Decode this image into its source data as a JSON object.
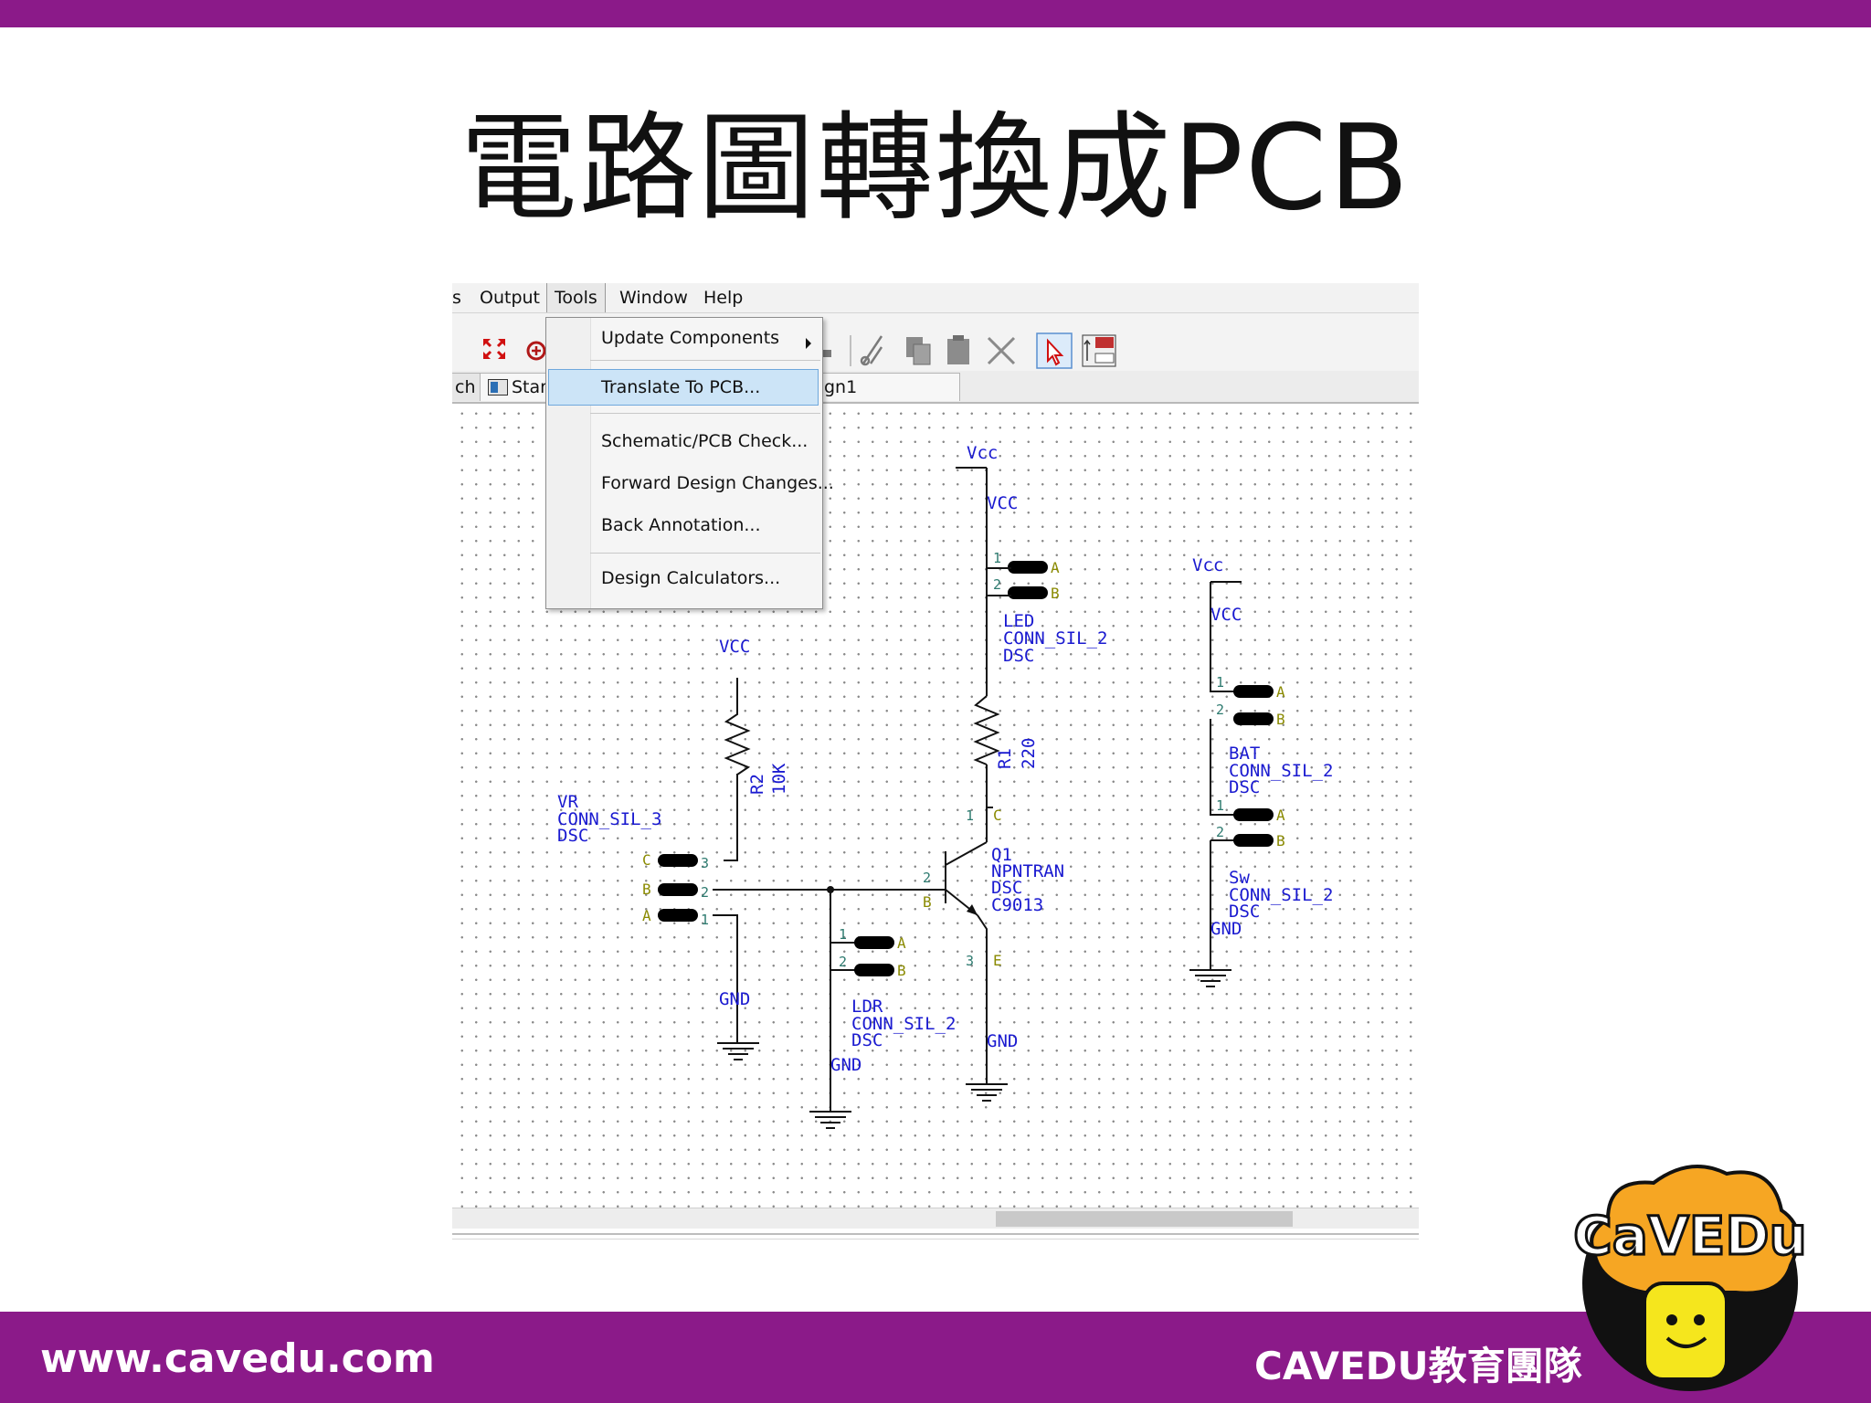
{
  "slide": {
    "title": "電路圖轉換成PCB",
    "website": "www.cavedu.com",
    "team": "CAVEDU教育團隊",
    "logo_text": "CaVEDu",
    "colors": {
      "brand": "#8b1a89",
      "logo_orange": "#f6a623",
      "logo_yellow": "#f5e61d"
    }
  },
  "app": {
    "menubar": {
      "cut_left": "s",
      "output": "Output",
      "tools": "Tools",
      "window": "Window",
      "help": "Help"
    },
    "tabs": {
      "sch": "ch",
      "start": "Star",
      "design": "gn1"
    },
    "toolbar_icons": [
      "zoom-fit-icon",
      "add-icon",
      "arrow-icon",
      "scissors-icon",
      "copy-icon",
      "paste-icon",
      "delete-icon",
      "select-pointer-icon",
      "properties-icon"
    ],
    "tools_menu": {
      "items": [
        {
          "label": "Update Components",
          "has_submenu": true
        },
        {
          "label": "Translate To PCB...",
          "highlighted": true
        },
        {
          "label": "Schematic/PCB Check..."
        },
        {
          "label": "Forward Design Changes..."
        },
        {
          "label": "Back Annotation..."
        },
        {
          "label": "Design Calculators..."
        }
      ]
    },
    "schematic": {
      "vcc_power": "Vcc",
      "vcc_net": "VCC",
      "gnd_net": "GND",
      "pin_a": "A",
      "pin_b": "B",
      "pin_c": "C",
      "pin_e": "E",
      "n1": "1",
      "n2": "2",
      "n3": "3",
      "led": {
        "ref": "LED",
        "type": "CONN_SIL_2",
        "lib": "DSC"
      },
      "bat": {
        "ref": "BAT",
        "type": "CONN_SIL_2",
        "lib": "DSC"
      },
      "sw": {
        "ref": "Sw",
        "type": "CONN_SIL_2",
        "lib": "DSC"
      },
      "ldr": {
        "ref": "LDR",
        "type": "CONN_SIL_2",
        "lib": "DSC"
      },
      "vr": {
        "ref": "VR",
        "type": "CONN_SIL_3",
        "lib": "DSC"
      },
      "r1": {
        "ref": "R1",
        "value": "220"
      },
      "r2": {
        "ref": "R2",
        "value": "10K"
      },
      "q1": {
        "ref": "Q1",
        "type": "NPNTRAN",
        "lib": "DSC",
        "value": "C9013"
      }
    }
  }
}
